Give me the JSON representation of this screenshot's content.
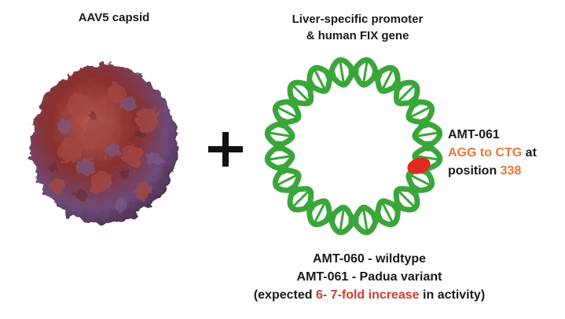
{
  "capsid": {
    "label": "AAV5 capsid"
  },
  "promoter": {
    "line1": "Liver-specific promoter",
    "line2": "& human FIX gene"
  },
  "operator": {
    "symbol": "+"
  },
  "mutation": {
    "name": "AMT-061",
    "change": "AGG to CTG",
    "at": " at",
    "position_prefix": "position ",
    "position": "338"
  },
  "variants": {
    "line1": "AMT-060 - wildtype",
    "line2": "AMT-061 - Padua variant",
    "line3_prefix": "(expected ",
    "line3_highlight": "6- 7-fold increase",
    "line3_suffix": " in activity)"
  },
  "colors": {
    "dna_green": "#3aa63a",
    "highlight_orange": "#e8773a",
    "highlight_red": "#d23a2e",
    "capsid_red": "#8a2f2c",
    "capsid_purple": "#6e4a78"
  }
}
